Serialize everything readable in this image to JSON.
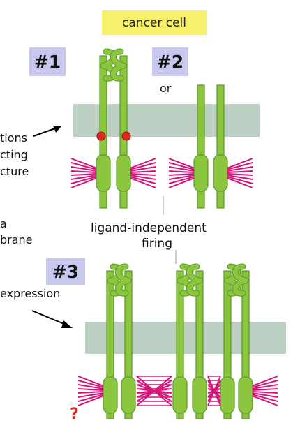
{
  "header": {
    "cell_label": "cancer cell"
  },
  "tags": {
    "one": "#1",
    "two": "#2",
    "three": "#3"
  },
  "labels": {
    "or": "or",
    "mutations_1": "tions",
    "mutations_2": "cting",
    "mutations_3": "cture",
    "membrane_1": "a",
    "membrane_2": "brane",
    "ligand_1": "ligand-independent",
    "ligand_2": "firing",
    "expression": "expression",
    "stray_mark": "?"
  },
  "colors": {
    "receptor_fill": "#8cc63f",
    "receptor_stroke": "#5a9a28",
    "membrane": "#bdd0c4",
    "kinase_signal": "#d5147a",
    "mutation_dot": "#e0261f",
    "tag_bg": "#c8c8ee",
    "label_bg": "#f6f06a"
  }
}
